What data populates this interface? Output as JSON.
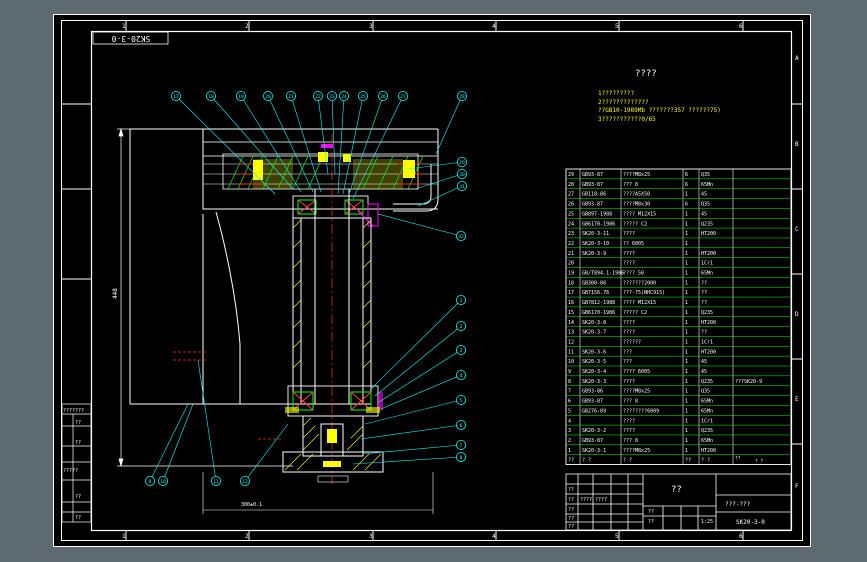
{
  "drawing": {
    "title_rotated": "SK20-3-0",
    "notes_heading": "????",
    "notes": [
      "1?????????",
      "2?????????????",
      "??GB10-1989Mb ???????357 ??????75)",
      "3???????????0/65"
    ],
    "overall_height_dim": "448",
    "base_width_dim": "300±0.1",
    "border_cols_top": [
      "1",
      "2",
      "3",
      "4",
      "5",
      "6"
    ],
    "border_cols_bottom": [
      "1",
      "2",
      "3",
      "4",
      "5",
      "6"
    ],
    "border_rows": [
      "A",
      "B",
      "C",
      "D",
      "E",
      "F"
    ]
  },
  "balloons": {
    "top_row": [
      "17",
      "18",
      "19",
      "20",
      "21",
      "22",
      "23",
      "24",
      "25",
      "26",
      "27",
      "28"
    ],
    "right_upper": [
      "29",
      "30",
      "31"
    ],
    "right_mid": [
      "32"
    ],
    "right_lower": [
      "1",
      "2",
      "3",
      "4",
      "5",
      "6",
      "7",
      "8"
    ],
    "bottom": [
      "9",
      "10",
      "11",
      "12"
    ]
  },
  "parts_list": {
    "rows": [
      {
        "no": "29",
        "code": "GB93-87",
        "name": "????M8x25",
        "qty": "6",
        "mat": "Q35",
        "note": ""
      },
      {
        "no": "28",
        "code": "GB93-87",
        "name": "??? 8",
        "qty": "6",
        "mat": "65Mn",
        "note": ""
      },
      {
        "no": "27",
        "code": "GB118-86",
        "name": "????A5X50",
        "qty": "1",
        "mat": "45",
        "note": ""
      },
      {
        "no": "26",
        "code": "GB93-87",
        "name": "????M8x30",
        "qty": "6",
        "mat": "Q35",
        "note": ""
      },
      {
        "no": "25",
        "code": "GB897-1988",
        "name": "???? M12X15",
        "qty": "1",
        "mat": "45",
        "note": ""
      },
      {
        "no": "24",
        "code": "GB6170-1986",
        "name": "????? C2",
        "qty": "1",
        "mat": "Q235",
        "note": ""
      },
      {
        "no": "23",
        "code": "SK20-3-11",
        "name": "????",
        "qty": "1",
        "mat": "HT200",
        "note": ""
      },
      {
        "no": "22",
        "code": "SK20-3-10",
        "name": "?? 6005",
        "qty": "1",
        "mat": "",
        "note": ""
      },
      {
        "no": "21",
        "code": "SK20-3-9",
        "name": "????",
        "qty": "1",
        "mat": "HT200",
        "note": ""
      },
      {
        "no": "20",
        "code": "",
        "name": "????",
        "qty": "1",
        "mat": "1Cr1",
        "note": ""
      },
      {
        "no": "19",
        "code": "GB/T894.1-1986",
        "name": "???? 50",
        "qty": "1",
        "mat": "65Mn",
        "note": ""
      },
      {
        "no": "18",
        "code": "GB300-86",
        "name": "???????2000",
        "qty": "1",
        "mat": "??",
        "note": ""
      },
      {
        "no": "17",
        "code": "GB7156.76",
        "name": "???-75(NHC915)",
        "qty": "1",
        "mat": "??",
        "note": ""
      },
      {
        "no": "16",
        "code": "GB7812-1988",
        "name": "???? M12X15",
        "qty": "1",
        "mat": "??",
        "note": ""
      },
      {
        "no": "15",
        "code": "GB6170-1986",
        "name": "????? C2",
        "qty": "1",
        "mat": "Q235",
        "note": ""
      },
      {
        "no": "14",
        "code": "SK20-3-8",
        "name": "????",
        "qty": "1",
        "mat": "HT200",
        "note": ""
      },
      {
        "no": "13",
        "code": "SK20-3-7",
        "name": "????",
        "qty": "1",
        "mat": "??",
        "note": ""
      },
      {
        "no": "12",
        "code": "",
        "name": "??????",
        "qty": "1",
        "mat": "1Cr1",
        "note": ""
      },
      {
        "no": "11",
        "code": "SK20-3-6",
        "name": "???",
        "qty": "1",
        "mat": "HT200",
        "note": ""
      },
      {
        "no": "10",
        "code": "SK20-3-5",
        "name": "???",
        "qty": "1",
        "mat": "45",
        "note": ""
      },
      {
        "no": "9",
        "code": "SK20-3-4",
        "name": "???? 6005",
        "qty": "1",
        "mat": "45",
        "note": ""
      },
      {
        "no": "8",
        "code": "SK20-3-3",
        "name": "????",
        "qty": "1",
        "mat": "Q235",
        "note": "???SK20-9"
      },
      {
        "no": "7",
        "code": "GB93-86",
        "name": "????M8x25",
        "qty": "1",
        "mat": "Q35",
        "note": ""
      },
      {
        "no": "6",
        "code": "GB93-87",
        "name": "??? 8",
        "qty": "1",
        "mat": "65Mn",
        "note": ""
      },
      {
        "no": "5",
        "code": "GB276-89",
        "name": "????????6009",
        "qty": "1",
        "mat": "65Mn",
        "note": ""
      },
      {
        "no": "4",
        "code": "",
        "name": "????",
        "qty": "1",
        "mat": "1Cr1",
        "note": ""
      },
      {
        "no": "3",
        "code": "SK20-3-2",
        "name": "????",
        "qty": "1",
        "mat": "Q235",
        "note": ""
      },
      {
        "no": "2",
        "code": "GB93-87",
        "name": "??? 8",
        "qty": "1",
        "mat": "65Mn",
        "note": ""
      },
      {
        "no": "1",
        "code": "SK20-3-1",
        "name": "????M8x25",
        "qty": "1",
        "mat": "HT200",
        "note": ""
      }
    ],
    "header": {
      "no": "??",
      "code": "?  ?",
      "name": "?  ?",
      "qty": "??",
      "mat": "?  ?",
      "note1": "??",
      "note2": "?  ?"
    }
  },
  "title_block": {
    "center_title": "??",
    "drawing_name": "???-???",
    "drawing_number": "SK20-3-0",
    "scale": "1:25",
    "left_cells": [
      "??",
      "??",
      "????",
      "????",
      "??",
      "??",
      "??",
      "??",
      "??"
    ]
  },
  "left_margin_labels": [
    "???????",
    "??",
    "??",
    "?????",
    "??",
    "??"
  ]
}
